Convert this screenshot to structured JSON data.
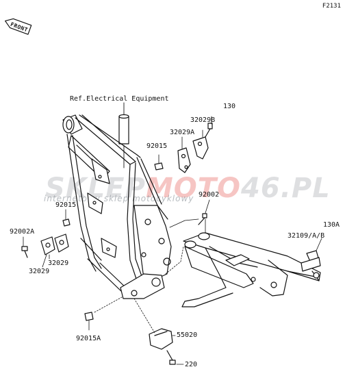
{
  "diagram_code": "F2131",
  "front_label": "FRONT",
  "ref_label": "Ref.Electrical Equipment",
  "watermark": {
    "part1": "SKLEP",
    "part2": "MOTO",
    "part3": "46",
    "part4": ".PL",
    "tagline": "internetowy sklep motocyklowy",
    "gray": "#8a8f96",
    "red": "#e0312b"
  },
  "parts": {
    "p130": "130",
    "p32029B": "32029B",
    "p32029A": "32029A",
    "p92015_top": "92015",
    "p92002_mid": "92002",
    "p92015_left": "92015",
    "p92002A": "92002A",
    "p32029_1": "32029",
    "p32029_2": "32029",
    "p130A": "130A",
    "p32109": "32109/A/B",
    "p92015A": "92015A",
    "p55020": "55020",
    "p220": "220"
  }
}
